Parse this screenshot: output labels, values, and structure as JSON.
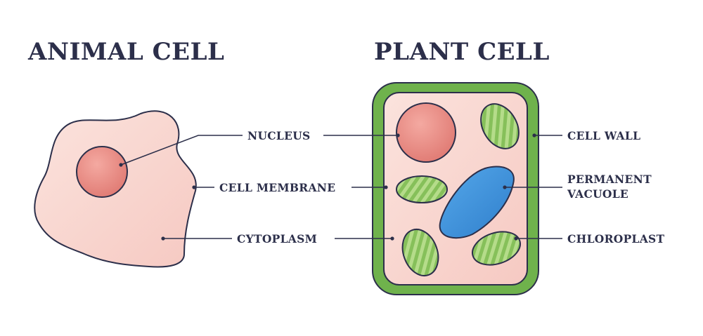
{
  "titles": {
    "animal": "ANIMAL CELL",
    "plant": "PLANT CELL"
  },
  "labels": {
    "nucleus": "NUCLEUS",
    "cell_membrane": "CELL MEMBRANE",
    "cytoplasm": "CYTOPLASM",
    "cell_wall": "CELL WALL",
    "permanent_vacuole": "PERMANENT\nVACUOLE",
    "chloroplast": "CHLOROPLAST"
  },
  "stock_id": "466783440",
  "colors": {
    "text": "#2c2f4a",
    "outline": "#2c2f4a",
    "cytoplasm": "#f9d5cf",
    "nucleus": "#e8857f",
    "cell_wall": "#5aa13f",
    "vacuole": "#3d8fd6",
    "chloroplast": "#9ccd6b"
  }
}
